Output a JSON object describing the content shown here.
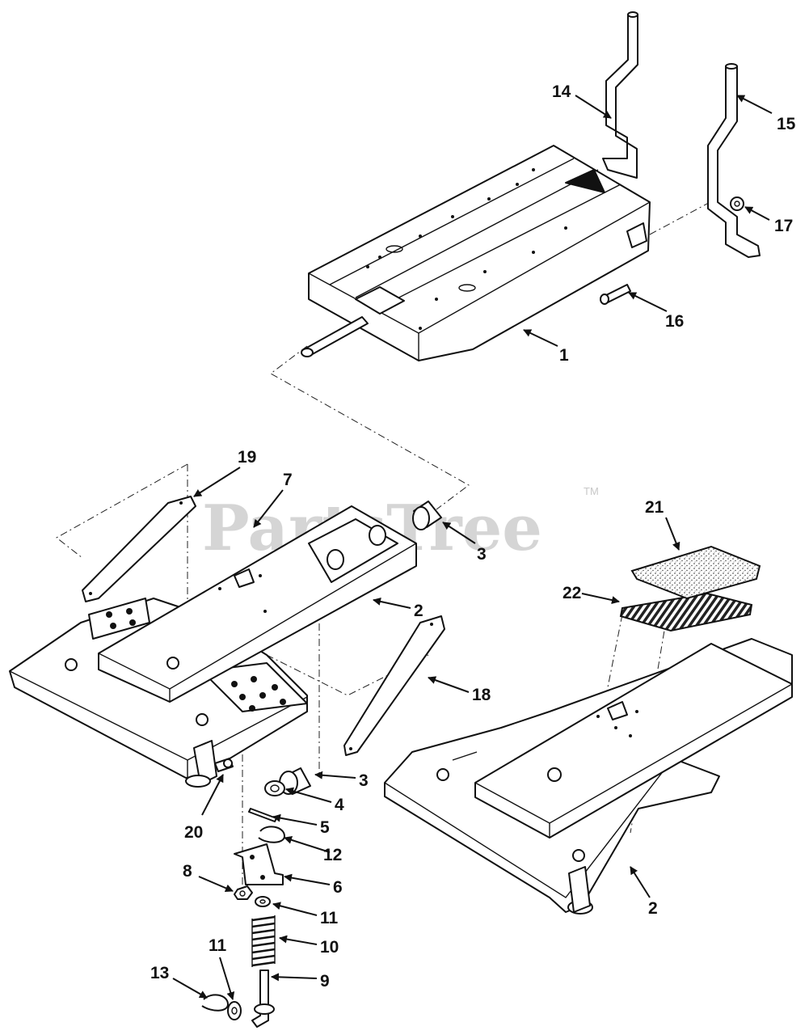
{
  "watermark": {
    "text": "PartsTree",
    "mark": "TM"
  },
  "callouts": {
    "c1": "1",
    "c2a": "2",
    "c2b": "2",
    "c3a": "3",
    "c3b": "3",
    "c4": "4",
    "c5": "5",
    "c6": "6",
    "c7": "7",
    "c8": "8",
    "c9": "9",
    "c10": "10",
    "c11a": "11",
    "c11b": "11",
    "c12": "12",
    "c13": "13",
    "c14": "14",
    "c15": "15",
    "c16": "16",
    "c17": "17",
    "c18": "18",
    "c19": "19",
    "c20": "20",
    "c21": "21",
    "c22": "22"
  }
}
